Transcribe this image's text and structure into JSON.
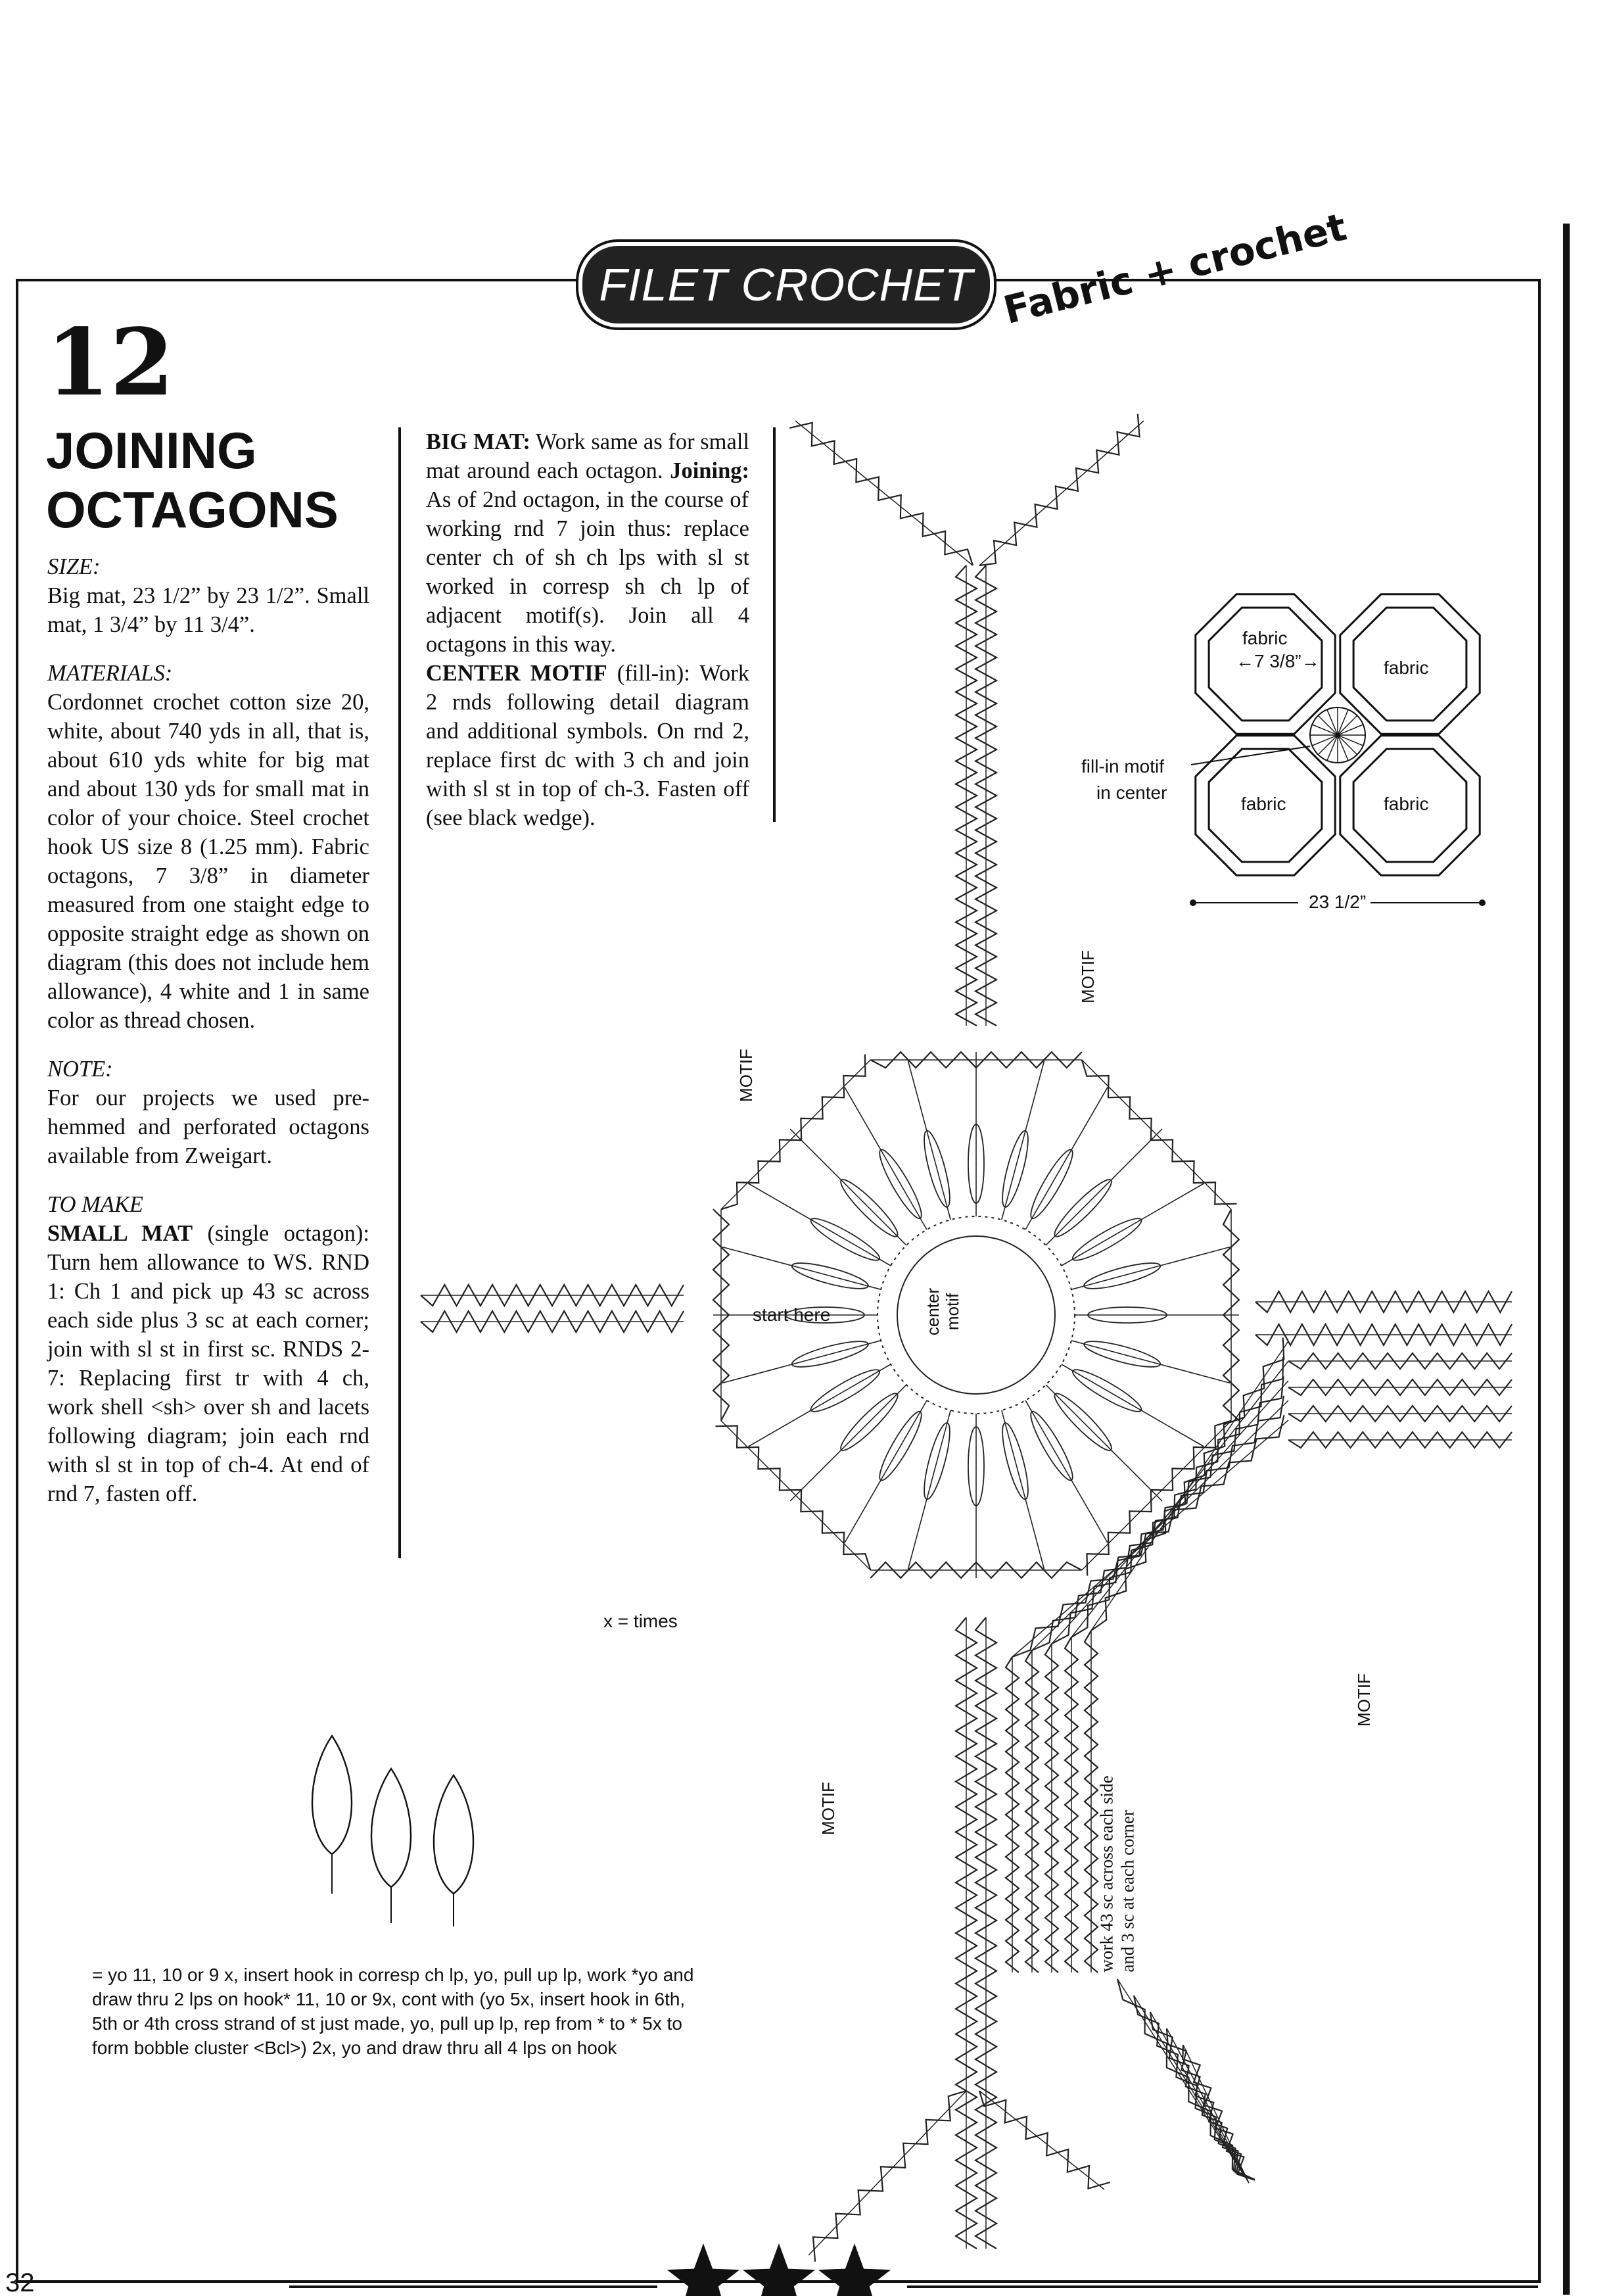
{
  "header": {
    "section": "FILET CROCHET",
    "tagline": "Fabric + crochet"
  },
  "pattern": {
    "number": "12",
    "title_line1": "JOINING",
    "title_line2": "OCTAGONS"
  },
  "size": {
    "heading": "SIZE:",
    "text": "Big mat, 23 1/2” by 23 1/2”. Small mat, 1 3/4” by 11 3/4”."
  },
  "materials": {
    "heading": "MATERIALS:",
    "text": "Cordonnet crochet cotton size 20, white, about 740 yds in all, that is, about 610 yds white for big mat and about 130 yds for small mat in color of your choice. Steel crochet hook US size 8 (1.25 mm). Fabric octagons, 7 3/8” in diameter measured from one staight edge to opposite straight edge as shown on diagram (this does not include hem allowance), 4 white and 1 in same color as thread chosen."
  },
  "note": {
    "heading": "NOTE:",
    "text": "For our projects we used pre-hemmed and perforated octagons available from Zweigart."
  },
  "to_make": {
    "heading": "TO MAKE",
    "small_mat_label": "SMALL MAT",
    "small_mat_text": " (single octagon): Turn hem allowance to WS. RND 1: Ch 1 and pick up 43 sc across each side plus 3 sc at each corner; join with sl st in first sc. RNDS 2-7: Replacing first tr with 4 ch, work shell <sh> over sh and lacets following diagram; join each rnd with sl st in top of ch-4. At end of rnd 7, fasten off."
  },
  "big_mat": {
    "label": "BIG MAT:",
    "text": " Work same as for small mat around each octagon.",
    "joining_label": "Joining:",
    "joining_text": " As of 2nd octagon, in the course of working rnd 7 join thus: replace center ch of sh ch lps with sl st worked in corresp sh ch lp of adjacent motif(s). Join all 4 octagons in this way.",
    "center_label": "CENTER MOTIF",
    "center_text": " (fill-in): Work 2 rnds following detail diagram and additional symbols. On rnd 2, replace first dc with 3 ch and join with sl st in top of ch-3. Fasten off (see black wedge)."
  },
  "layout_diagram": {
    "labels": [
      "fabric",
      "fabric",
      "fabric",
      "fabric"
    ],
    "dimension_small": "7 3/8”",
    "fill_in_label": "fill-in motif",
    "fill_in_label2": "in center",
    "dimension_big": "23 1/2”"
  },
  "crochet_diagram": {
    "motif_label": "MOTIF",
    "center_label1": "center",
    "center_label2": "motif",
    "start_label": "start here",
    "times_label": "x = times",
    "edge_note1": "work 43 sc across each side",
    "edge_note2": "and 3 sc at each corner"
  },
  "legend": {
    "text": "= yo 11, 10 or 9 x, insert hook in corresp ch lp, yo, pull up lp, work *yo and draw thru 2 lps on hook* 11, 10 or 9x, cont with (yo 5x, insert hook in 6th, 5th or 4th cross strand of st just made, yo, pull up lp, rep from * to * 5x to form bobble cluster <Bcl>) 2x, yo and draw thru all 4 lps on hook"
  },
  "page_number": "32"
}
